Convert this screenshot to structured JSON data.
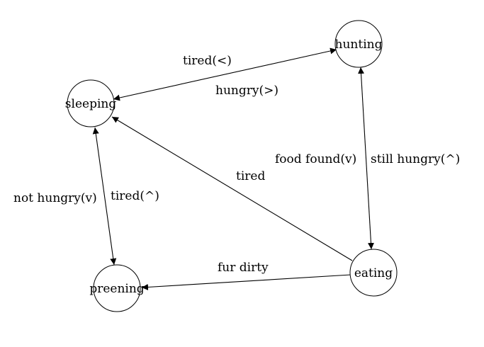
{
  "colors": {
    "background": "#ffffff",
    "stroke": "#000000",
    "text": "#000000"
  },
  "nodes": {
    "sleeping": "sleeping",
    "hunting": "hunting",
    "eating": "eating",
    "preening": "preening"
  },
  "edges": [
    {
      "id": "sleeping-hunting",
      "from": "sleeping",
      "to": "hunting",
      "bidirectional": true,
      "labels": [
        "tired(<)",
        "hungry(>)"
      ]
    },
    {
      "id": "hunting-eating",
      "from": "hunting",
      "to": "eating",
      "bidirectional": true,
      "labels": [
        "food found(v)",
        "still hungry(^)"
      ]
    },
    {
      "id": "eating-sleeping",
      "from": "eating",
      "to": "sleeping",
      "bidirectional": false,
      "labels": [
        "tired"
      ]
    },
    {
      "id": "eating-preening",
      "from": "eating",
      "to": "preening",
      "bidirectional": false,
      "labels": [
        "fur dirty"
      ]
    },
    {
      "id": "sleeping-preening",
      "from": "sleeping",
      "to": "preening",
      "bidirectional": true,
      "labels": [
        "not hungry(v)",
        "tired(^)"
      ]
    }
  ]
}
